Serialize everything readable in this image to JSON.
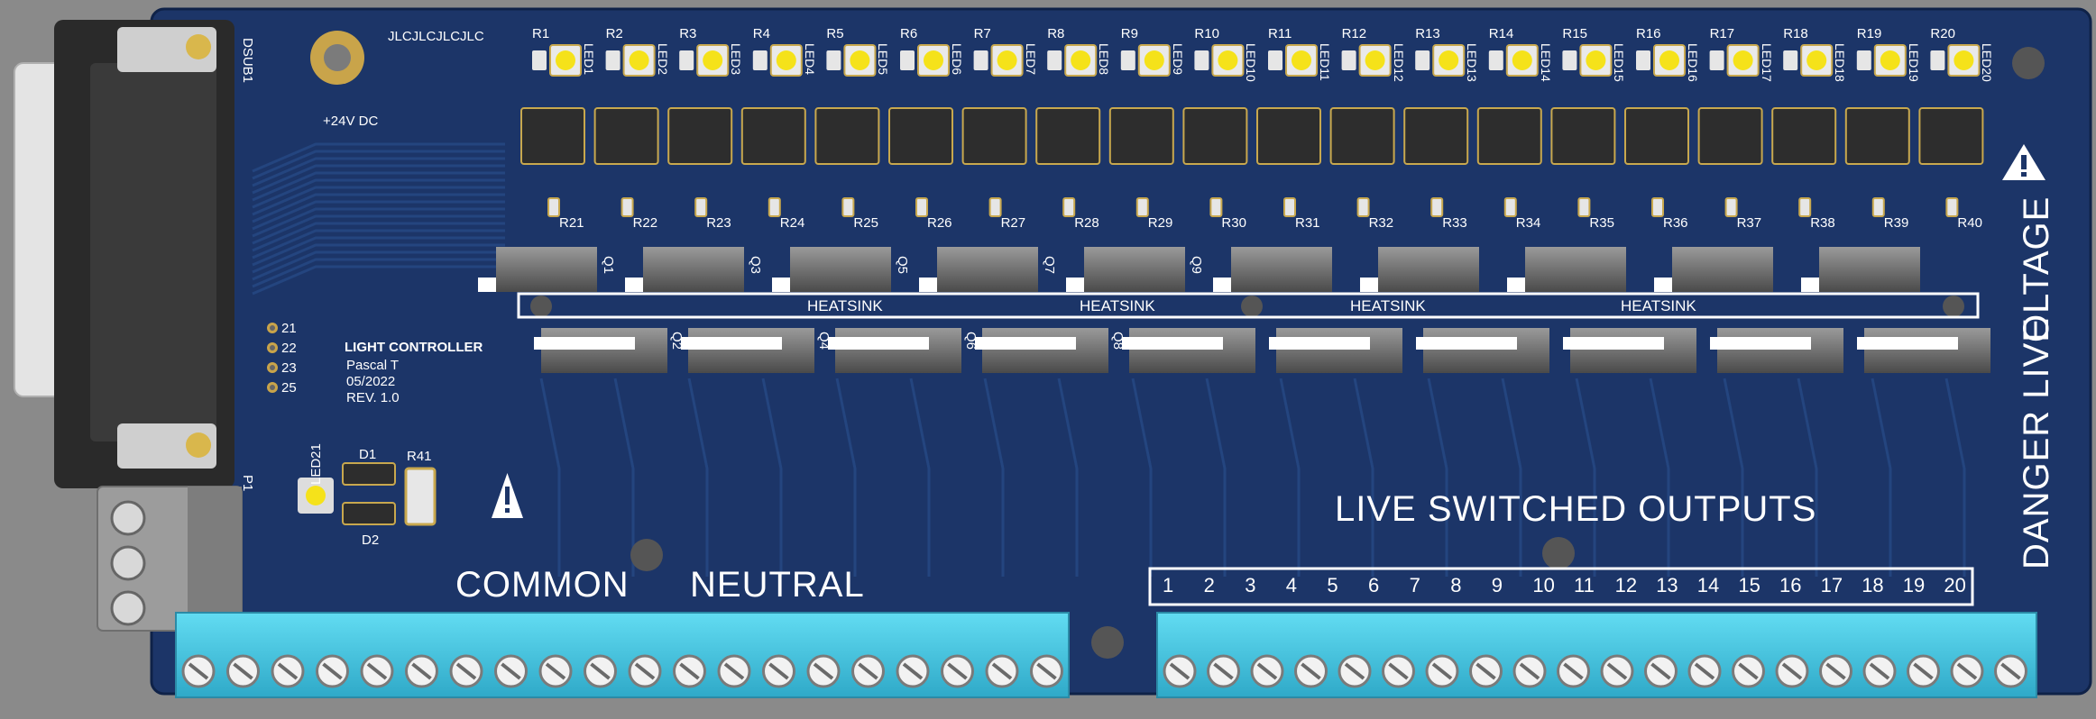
{
  "board": {
    "brand_marking": "JLCJLCJLCJLC",
    "power_label": "+24V DC",
    "title": "LIGHT CONTROLLER",
    "author": "Pascal T",
    "date": "05/2022",
    "revision": "REV. 1.0",
    "connector_label": "DSUB1",
    "connector_p1": "P1",
    "status_led": "LED21",
    "diode_1": "D1",
    "diode_2": "D2",
    "resistor_41": "R41",
    "pin_labels": [
      "21",
      "22",
      "23",
      "25"
    ],
    "common_label": "COMMON",
    "neutral_label": "NEUTRAL",
    "outputs_label": "LIVE SWITCHED OUTPUTS",
    "danger_label": "DANGER LIVE",
    "voltage_label": "OLTAGE",
    "heatsink_label": "HEATSINK",
    "output_numbers": [
      "1",
      "2",
      "3",
      "4",
      "5",
      "6",
      "7",
      "8",
      "9",
      "10",
      "11",
      "12",
      "13",
      "14",
      "15",
      "16",
      "17",
      "18",
      "19",
      "20"
    ],
    "top_resistors": [
      "R1",
      "R2",
      "R3",
      "R4",
      "R5",
      "R6",
      "R7",
      "R8",
      "R9",
      "R10",
      "R11",
      "R12",
      "R13",
      "R14",
      "R15",
      "R16",
      "R17",
      "R18",
      "R19",
      "R20"
    ],
    "leds": [
      "LED1",
      "LED2",
      "LED3",
      "LED4",
      "LED5",
      "LED6",
      "LED7",
      "LED8",
      "LED9",
      "LED10",
      "LED11",
      "LED12",
      "LED13",
      "LED14",
      "LED15",
      "LED16",
      "LED17",
      "LED18",
      "LED19",
      "LED20"
    ],
    "bottom_resistors": [
      "R21",
      "R22",
      "R23",
      "R24",
      "R25",
      "R26",
      "R27",
      "R28",
      "R29",
      "R30",
      "R31",
      "R32",
      "R33",
      "R34",
      "R35",
      "R36",
      "R37",
      "R38",
      "R39",
      "R40"
    ],
    "upper_transistors": [
      "Q1",
      "Q3",
      "Q5",
      "Q7",
      "Q9"
    ],
    "lower_transistors": [
      "Q2",
      "Q4",
      "Q6",
      "Q8"
    ]
  },
  "colors": {
    "background": "#8a8a8a",
    "pcb": "#1c3568",
    "trace": "#22407a",
    "silkscreen": "#ffffff",
    "led": "#f5e21a",
    "terminal": "#4fd0ea",
    "pad": "#c8a84e",
    "ic_body": "#2d2d2d"
  }
}
